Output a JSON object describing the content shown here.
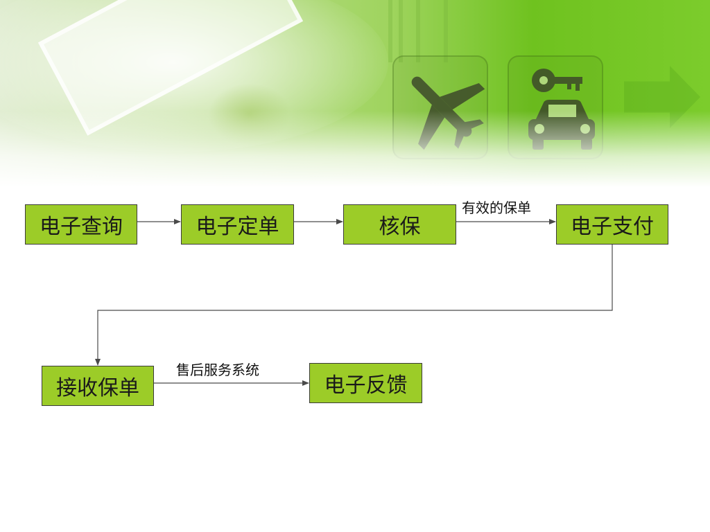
{
  "banner": {
    "icons": [
      "airplane-icon",
      "key-icon",
      "car-icon"
    ]
  },
  "colors": {
    "node_fill": "#9ccc28",
    "node_border": "#3a3a3a",
    "connector": "#4a4a4a",
    "banner_accent": "#6fc21f"
  },
  "flow": {
    "nodes": {
      "n1": "电子查询",
      "n2": "电子定单",
      "n3": "核保",
      "n4": "电子支付",
      "n5": "接收保单",
      "n6": "电子反馈"
    },
    "edges": [
      {
        "from": "n1",
        "to": "n2",
        "label": ""
      },
      {
        "from": "n2",
        "to": "n3",
        "label": ""
      },
      {
        "from": "n3",
        "to": "n4",
        "label": "有效的保单"
      },
      {
        "from": "n4",
        "to": "n5",
        "label": ""
      },
      {
        "from": "n5",
        "to": "n6",
        "label": "售后服务系统"
      }
    ]
  }
}
